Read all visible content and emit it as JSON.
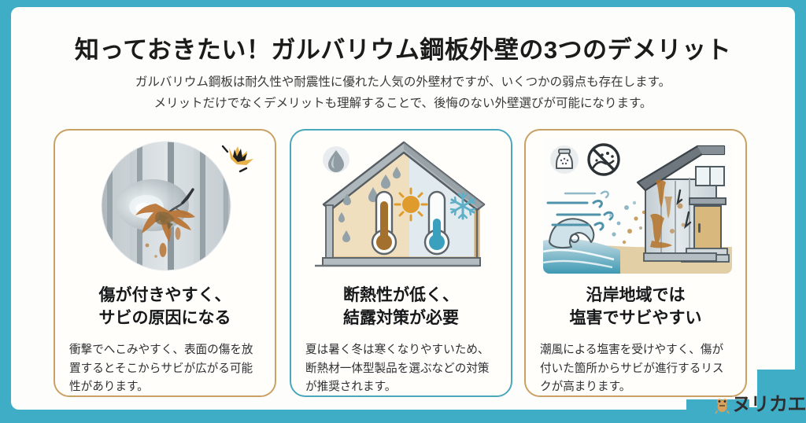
{
  "theme": {
    "border_teal": "#40adc7",
    "card_gold": "#c9a164",
    "card_teal": "#4aa8bd",
    "panel_bg": "#fdfdfb",
    "text_dark": "#1b1b1b"
  },
  "header": {
    "title": "知っておきたい！ガルバリウム鋼板外壁の3つのデメリット",
    "subtitle_line1": "ガルバリウム鋼板は耐久性や耐震性に優れた人気の外壁材ですが、いくつかの弱点も存在します。",
    "subtitle_line2": "メリットだけでなくデメリットも理解することで、後悔のない外壁選びが可能になります。"
  },
  "cards": [
    {
      "id": "scratch-rust",
      "border_color": "#c9a164",
      "illustration": "dented-metal-siding-with-rust-circle",
      "title_line1": "傷が付きやすく、",
      "title_line2": "サビの原因になる",
      "body": "衝撃でへこみやすく、表面の傷を放置するとそこからサビが広がる可能性があります。",
      "icons": [
        "impact-star-icon"
      ]
    },
    {
      "id": "insulation-condensation",
      "border_color": "#4aa8bd",
      "illustration": "house-hot-cold-thermometers",
      "title_line1": "断熱性が低く、",
      "title_line2": "結露対策が必要",
      "body": "夏は暑く冬は寒くなりやすいため、断熱材一体型製品を選ぶなどの対策が推奨されます。",
      "icons": [
        "water-drop-icon",
        "sun-icon",
        "snowflake-icon",
        "thermometer-hot-icon",
        "thermometer-cold-icon"
      ]
    },
    {
      "id": "coastal-salt-damage",
      "border_color": "#c9a164",
      "illustration": "coastal-house-salt-rust-waves",
      "title_line1": "沿岸地域では",
      "title_line2": "塩害でサビやすい",
      "body": "潮風による塩害を受けやすく、傷が付いた箇所からサビが進行するリスクが高まります。",
      "icons": [
        "salt-shaker-icon",
        "no-salt-prohibition-icon",
        "wind-icon",
        "wave-icon"
      ]
    }
  ],
  "logo": {
    "text": "ヌリカエ",
    "mascot": "frog-mascot-icon"
  }
}
